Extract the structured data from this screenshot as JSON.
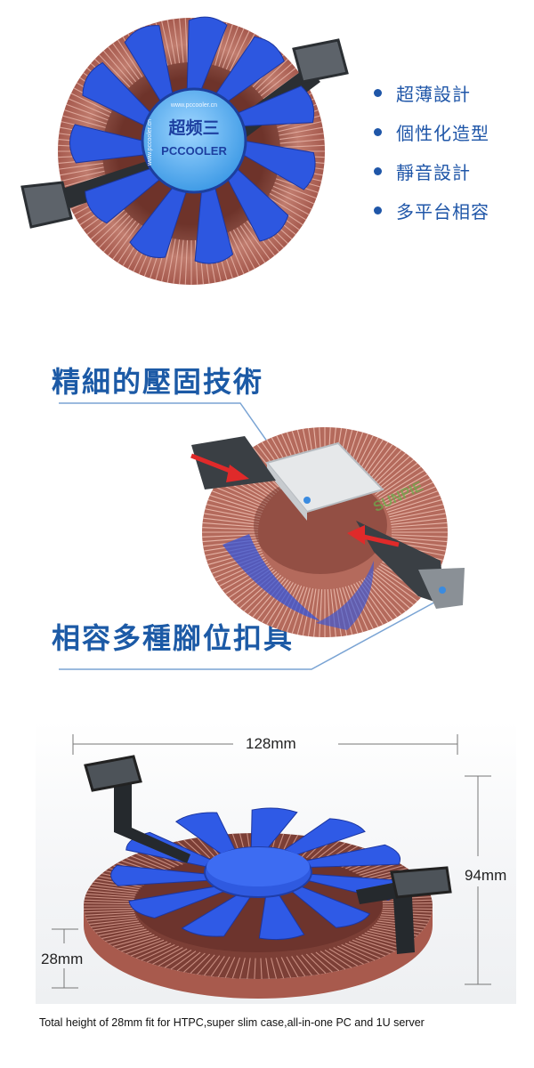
{
  "section1": {
    "fan_hub_text": {
      "brand_cn": "超频三",
      "brand_en": "PCCOOLER",
      "url_top": "www.pccooler.cn",
      "url_side": "www.pccooler.cn"
    },
    "features": [
      "超薄設計",
      "個性化造型",
      "靜音設計",
      "多平台相容"
    ],
    "colors": {
      "accent": "#1f56a8",
      "fins": "#b86a5e",
      "fan": "#2e56d6"
    }
  },
  "section2": {
    "callout_1": "精細的壓固技術",
    "callout_2": "相容多種腳位扣具",
    "watermark": "SUNPIE"
  },
  "section3": {
    "width_label": "128mm",
    "height_label": "94mm",
    "thickness_label": "28mm",
    "caption": "Total height of 28mm fit for HTPC,super slim case,all-in-one PC and 1U server"
  }
}
